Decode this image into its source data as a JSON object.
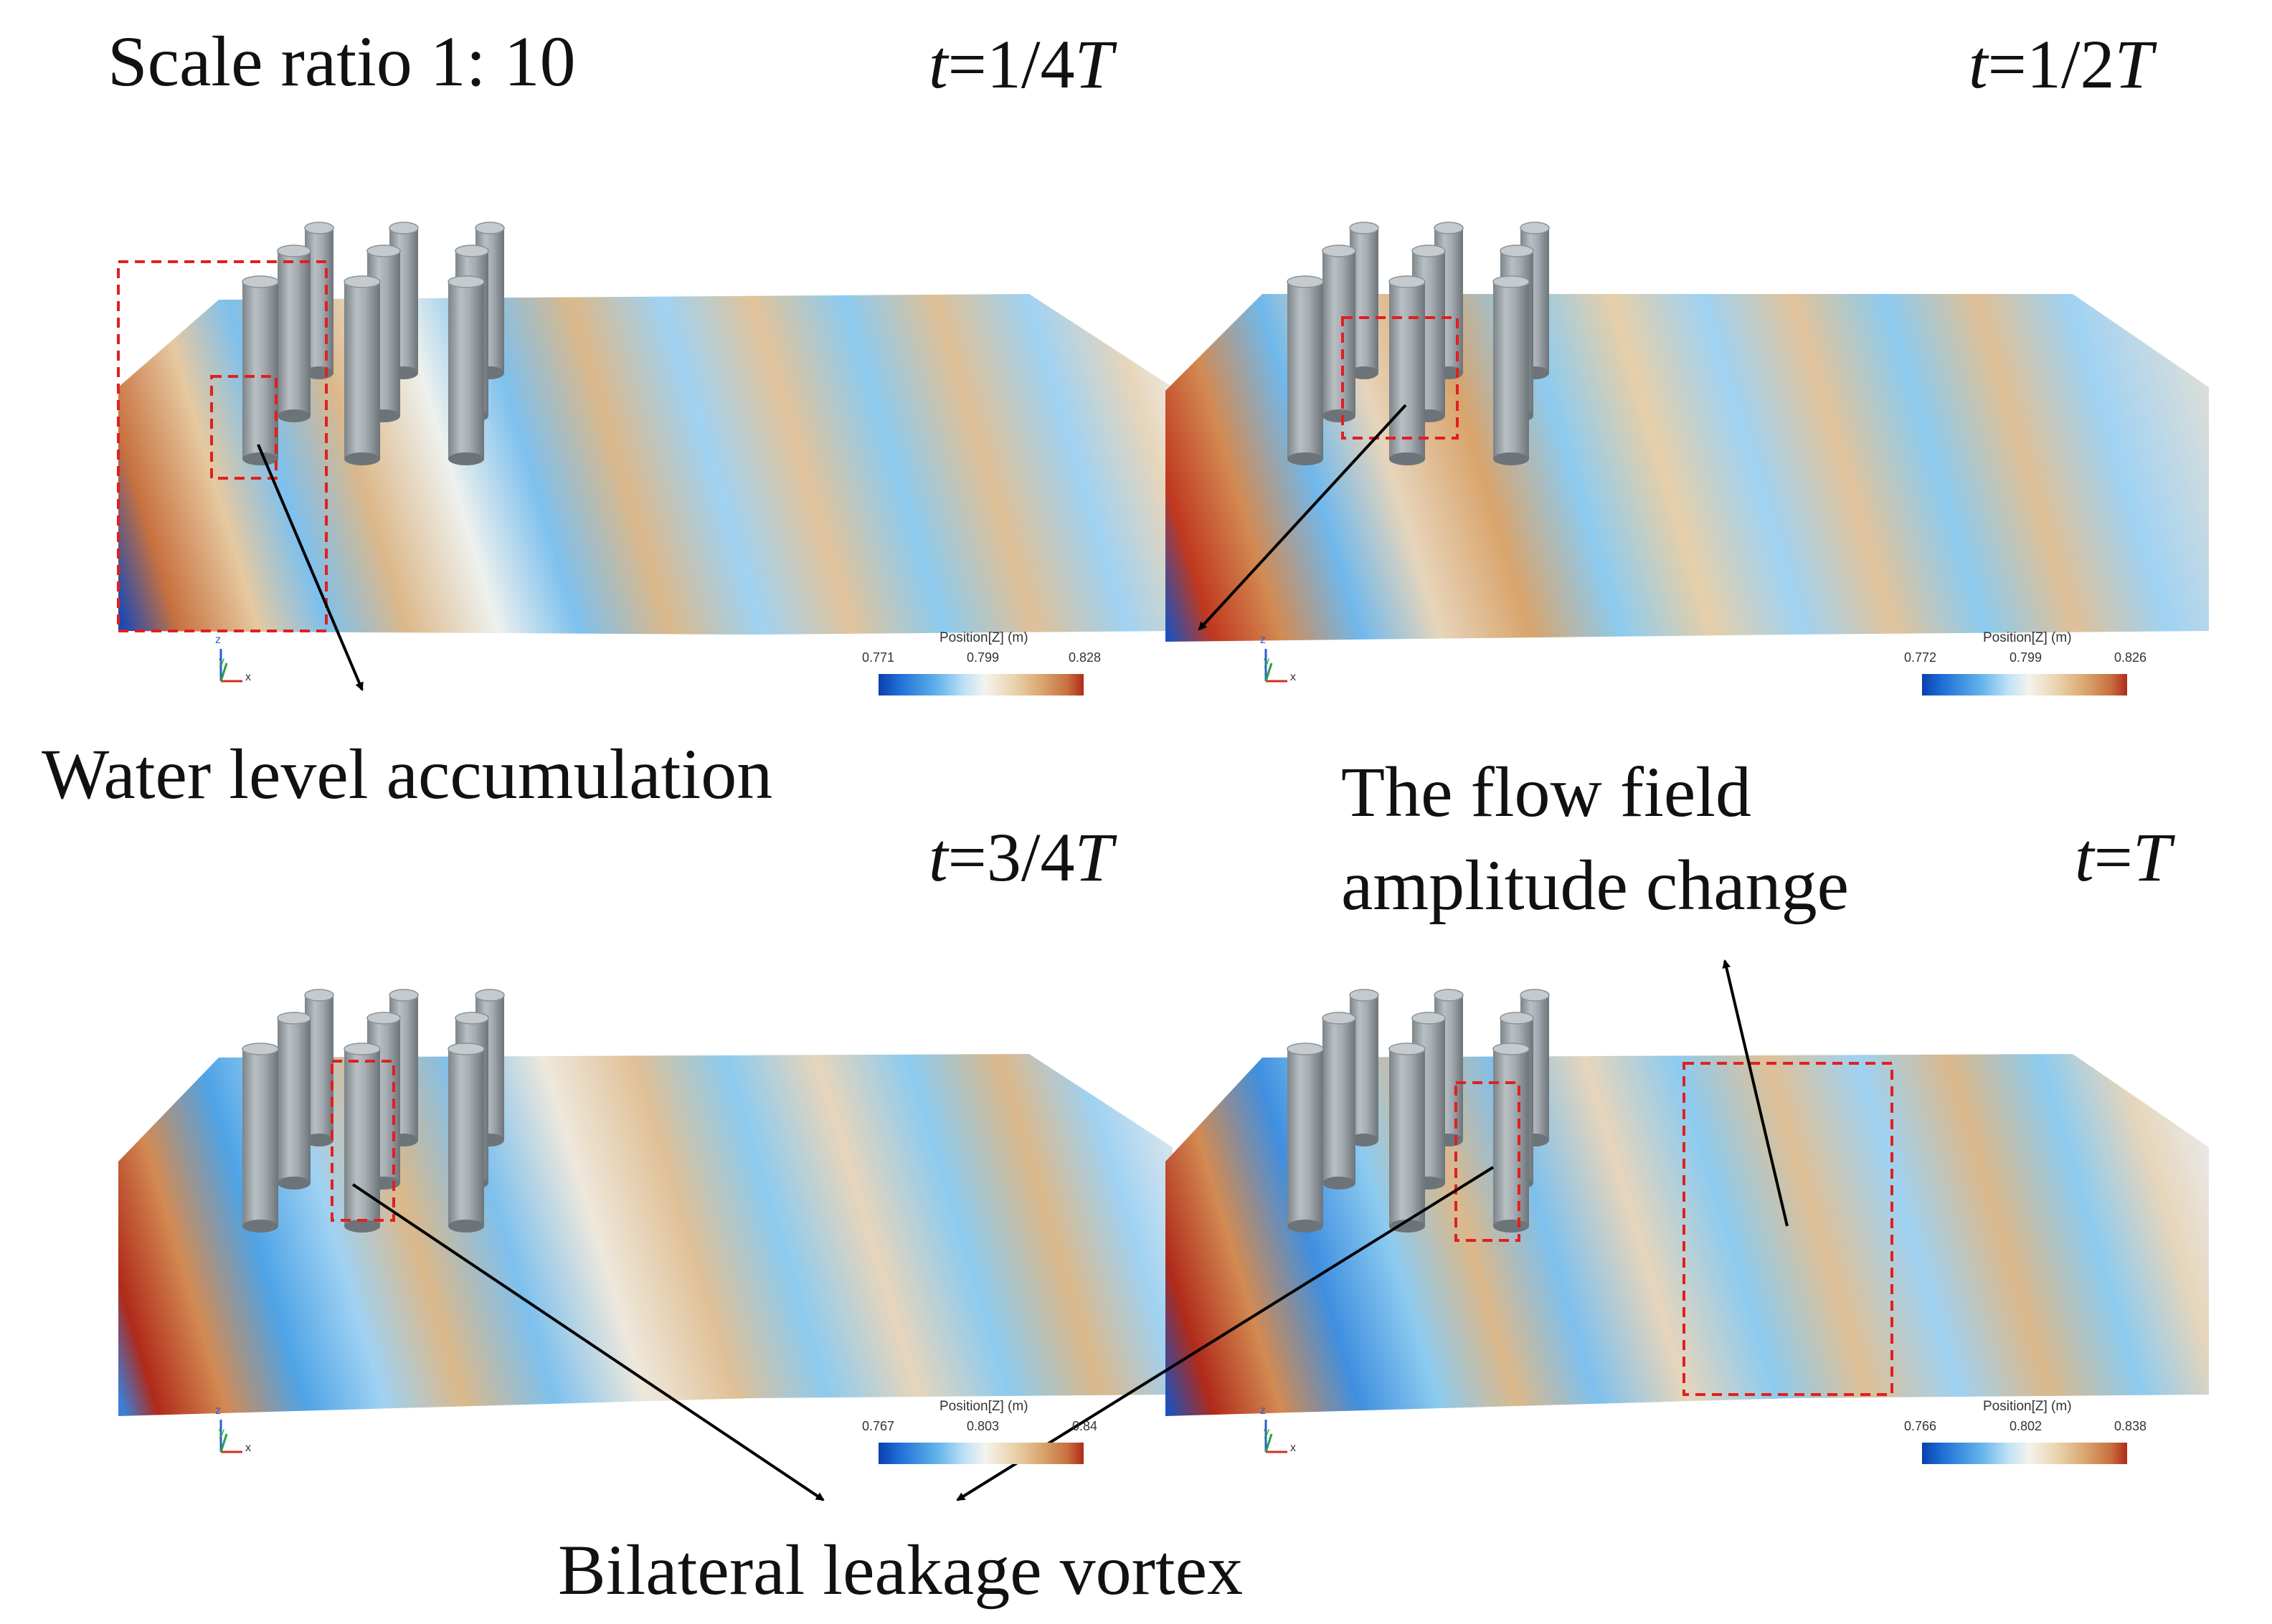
{
  "header": {
    "scale_label": "Scale ratio 1: 10"
  },
  "panels": [
    {
      "time_t": "t",
      "time_value": "=1/4",
      "time_T": "T",
      "colorbar": {
        "title": "Position[Z] (m)",
        "min": "0.771",
        "mid": "0.799",
        "max": "0.828"
      }
    },
    {
      "time_t": "t",
      "time_value": "=1/2",
      "time_T": "T",
      "colorbar": {
        "title": "Position[Z] (m)",
        "min": "0.772",
        "mid": "0.799",
        "max": "0.826"
      }
    },
    {
      "time_t": "t",
      "time_value": "=3/4",
      "time_T": "T",
      "colorbar": {
        "title": "Position[Z] (m)",
        "min": "0.767",
        "mid": "0.803",
        "max": "0.84"
      }
    },
    {
      "time_t": "t",
      "time_value": "=",
      "time_T": "T",
      "colorbar": {
        "title": "Position[Z] (m)",
        "min": "0.766",
        "mid": "0.802",
        "max": "0.838"
      }
    }
  ],
  "annotations": {
    "water_level": "Water level accumulation",
    "flow_field_line1": "The flow field",
    "flow_field_line2": "amplitude change",
    "vortex": "Bilateral leakage vortex"
  },
  "axes_triad": {
    "z": "z",
    "y": "y",
    "x": "x"
  },
  "colors": {
    "deep_blue": "#0a3fae",
    "light_blue": "#8ccbf0",
    "white": "#f3f3ee",
    "tan": "#d9a46c",
    "red": "#b02a1a",
    "pile": "#a7aeb3",
    "marker": "#e02020"
  }
}
